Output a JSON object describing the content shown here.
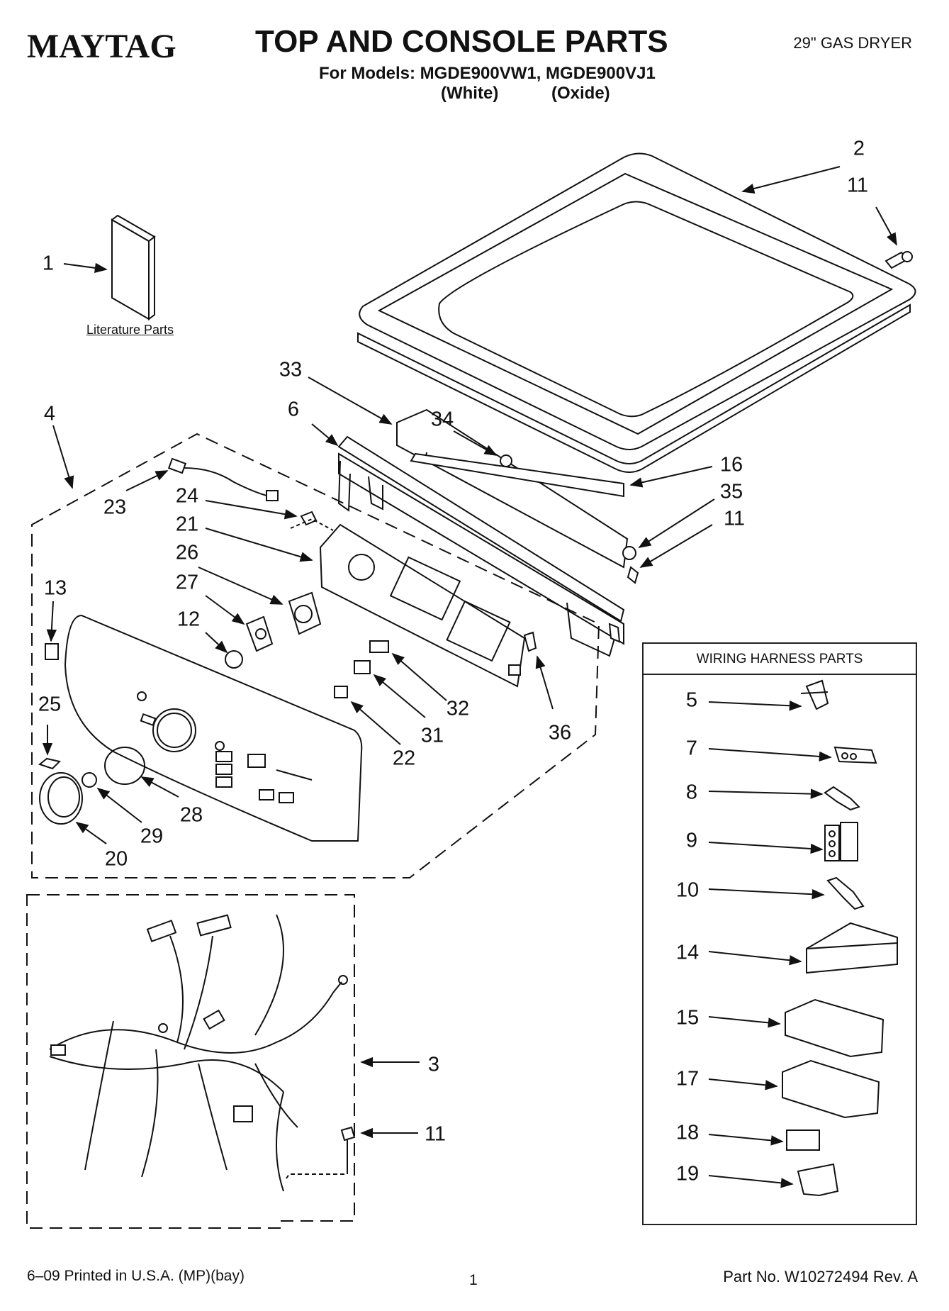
{
  "header": {
    "brand": "MAYTAG",
    "title": "TOP AND CONSOLE PARTS",
    "models_line": "For Models: MGDE900VW1, MGDE900VJ1",
    "color_white": "(White)",
    "color_oxide": "(Oxide)",
    "model_type": "29\" GAS DRYER"
  },
  "literature": {
    "label": "Literature Parts"
  },
  "wiring_harness": {
    "heading": "WIRING HARNESS PARTS"
  },
  "callouts": {
    "c1": "1",
    "c2": "2",
    "c3": "3",
    "c4": "4",
    "c5": "5",
    "c6": "6",
    "c7": "7",
    "c8": "8",
    "c9": "9",
    "c10": "10",
    "c11a": "11",
    "c11b": "11",
    "c11c": "11",
    "c12": "12",
    "c13": "13",
    "c14": "14",
    "c15": "15",
    "c16": "16",
    "c17": "17",
    "c18": "18",
    "c19": "19",
    "c20": "20",
    "c21": "21",
    "c22": "22",
    "c23": "23",
    "c24": "24",
    "c25": "25",
    "c26": "26",
    "c27": "27",
    "c28": "28",
    "c29": "29",
    "c31": "31",
    "c32": "32",
    "c33": "33",
    "c34": "34",
    "c35": "35",
    "c36": "36"
  },
  "footer": {
    "printed": "6–09 Printed in U.S.A. (MP)(bay)",
    "page": "1",
    "part_no": "Part No. W10272494 Rev. A"
  }
}
